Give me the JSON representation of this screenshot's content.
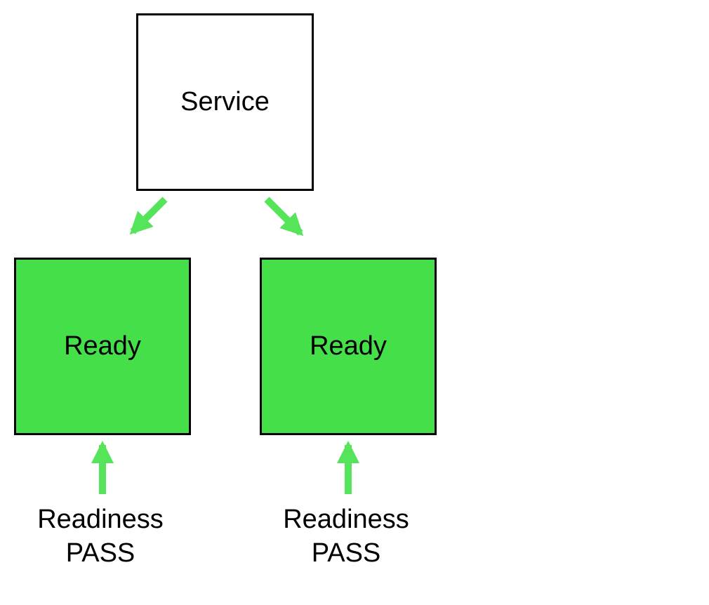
{
  "diagram": {
    "service": {
      "label": "Service"
    },
    "pods": [
      {
        "state_label": "Ready",
        "probe_label_line1": "Readiness",
        "probe_label_line2": "PASS"
      },
      {
        "state_label": "Ready",
        "probe_label_line1": "Readiness",
        "probe_label_line2": "PASS"
      }
    ],
    "colors": {
      "background": "#ffffff",
      "border": "#000000",
      "text": "#000000",
      "ready_fill": "#45df49",
      "arrow": "#56e45a"
    }
  }
}
